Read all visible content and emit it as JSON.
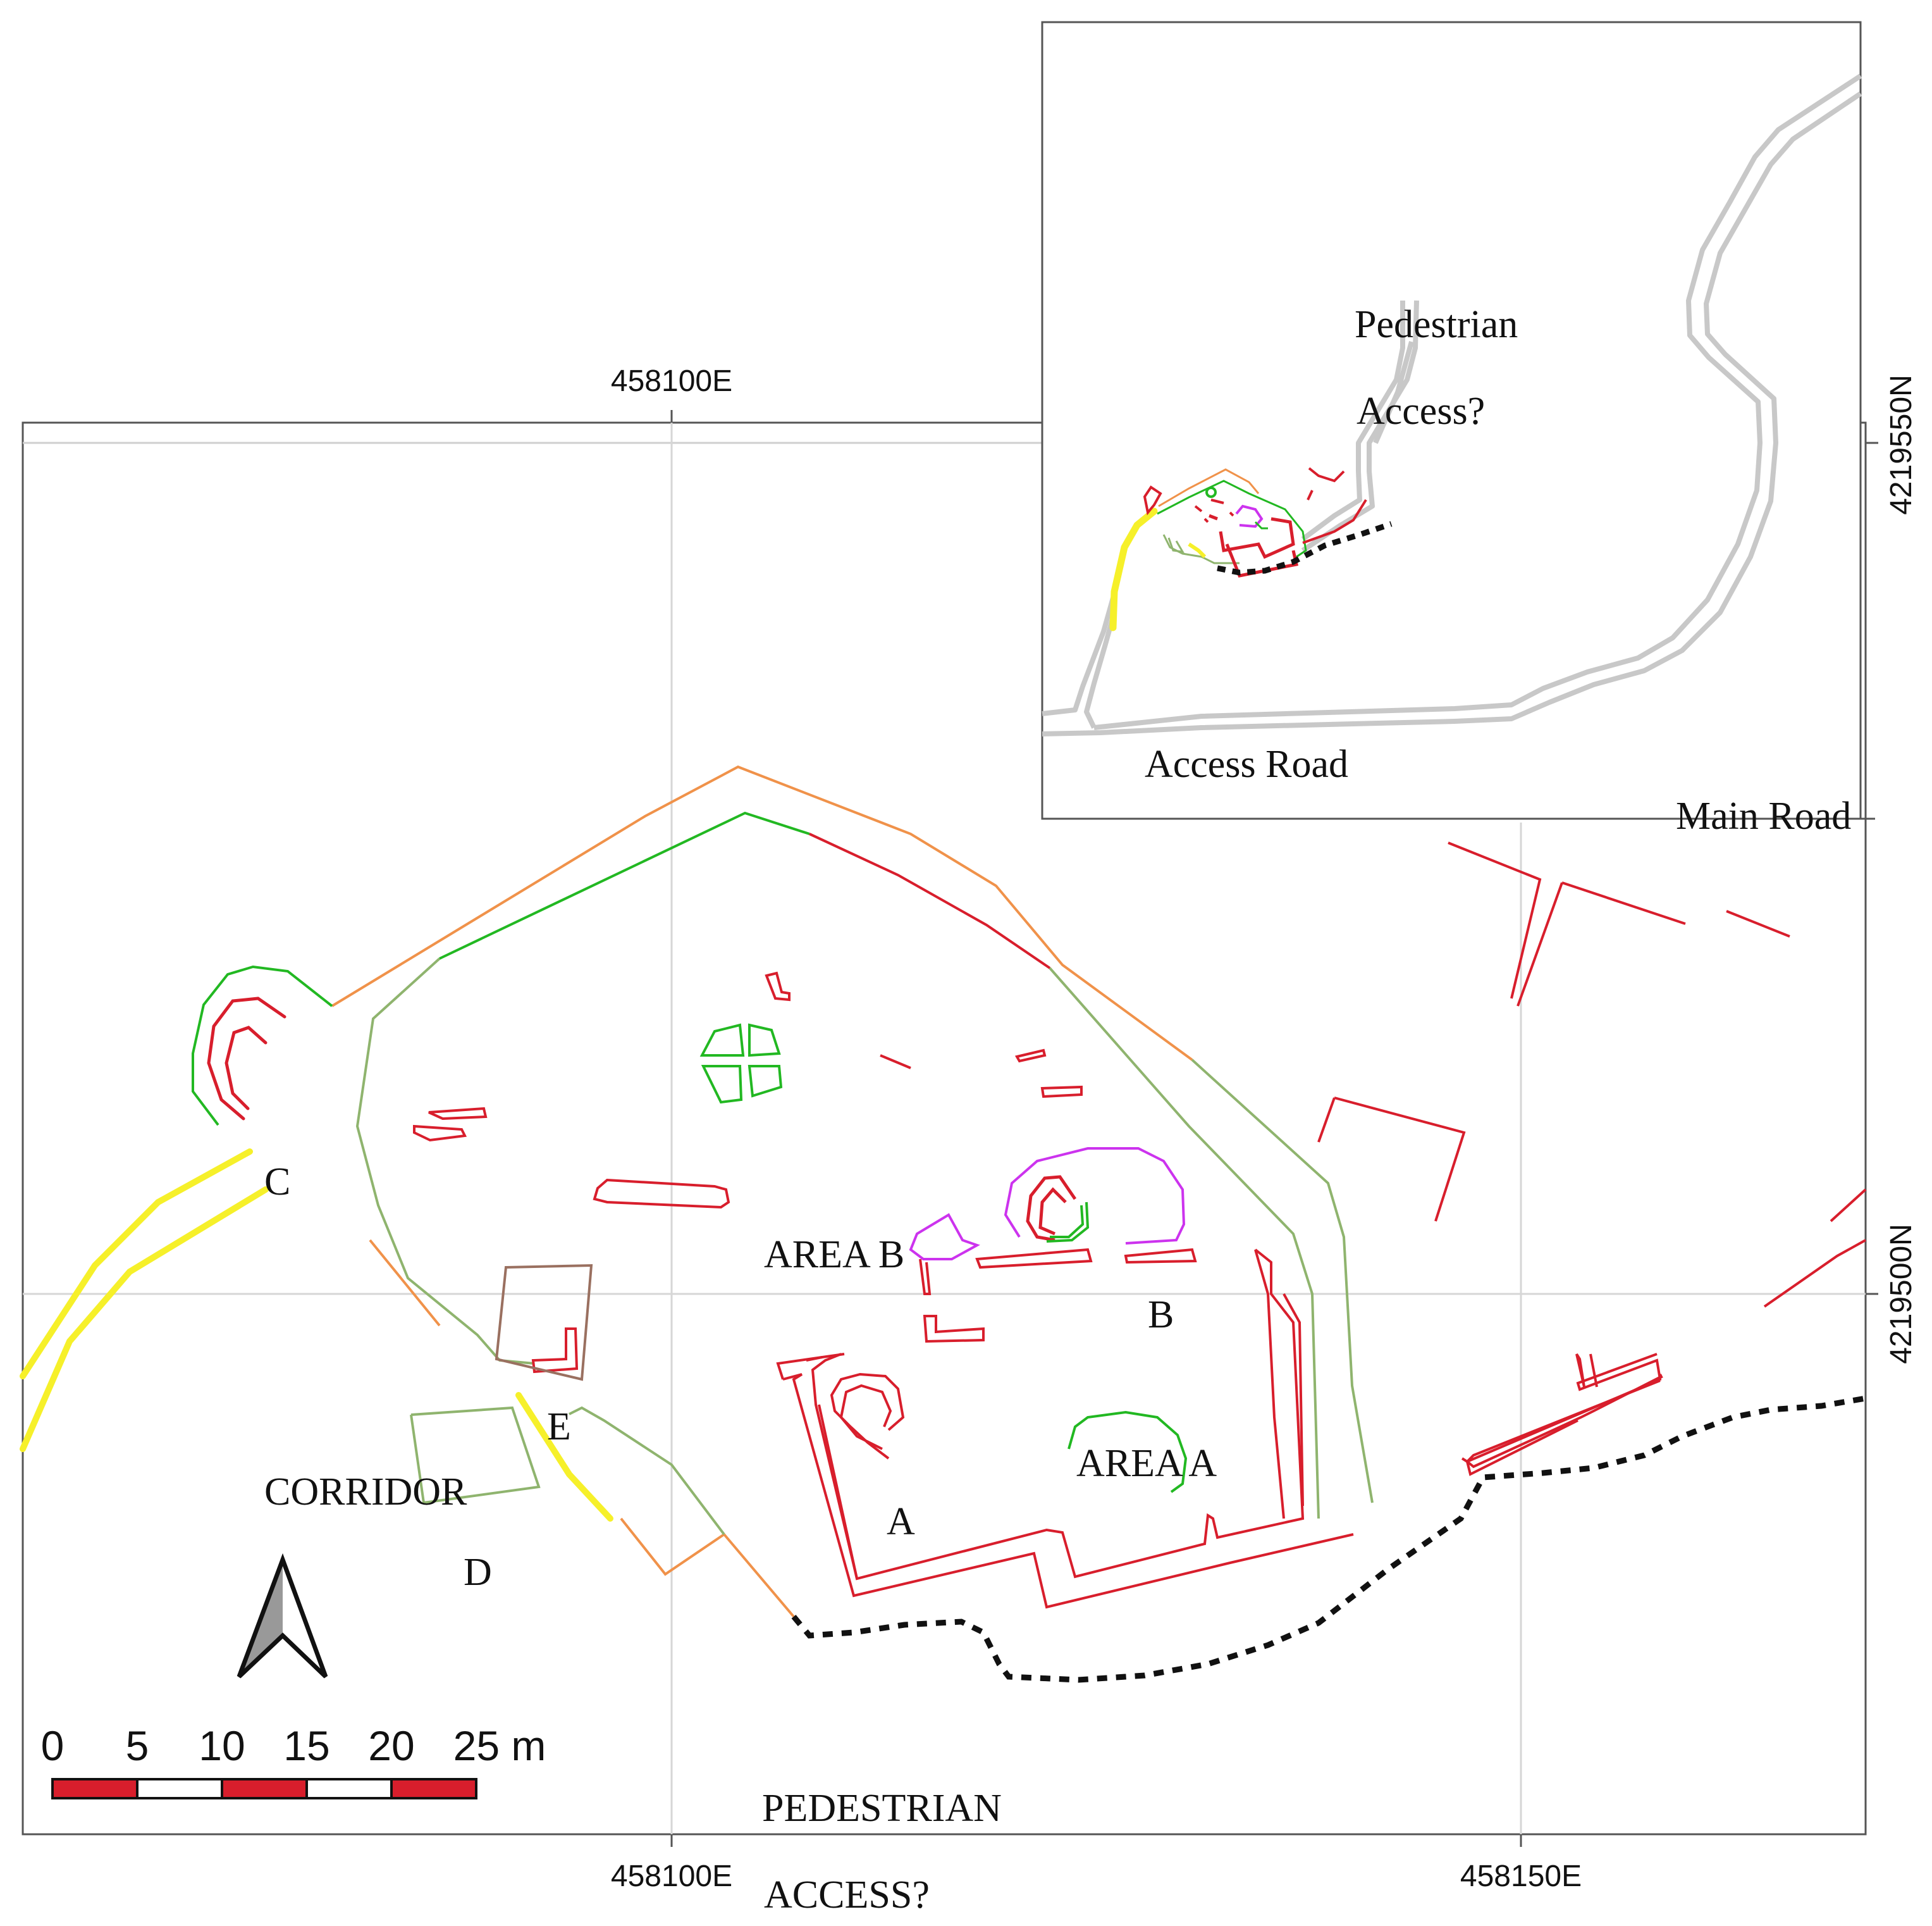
{
  "map": {
    "grid_labels": {
      "top_easting": "458100E",
      "bottom_eastings": [
        "458100E",
        "458150E"
      ],
      "northings": [
        "4219550N",
        "4219500N"
      ]
    },
    "site_labels": {
      "c": "C",
      "area_b": "AREA B",
      "b": "B",
      "e": "E",
      "corridor": "CORRIDOR",
      "d": "D",
      "a": "A",
      "area_a": "AREA A",
      "pedestrian_line1": "PEDESTRIAN",
      "pedestrian_line2": "ACCESS?"
    },
    "scale_bar": {
      "ticks": [
        "0",
        "5",
        "10",
        "15",
        "20",
        "25 m"
      ]
    },
    "north_arrow": {
      "icon": "north-arrow-icon"
    }
  },
  "inset": {
    "labels": {
      "pedestrian_line1": "Pedestrian",
      "pedestrian_line2": "Access?",
      "access_road": "Access Road",
      "main_road": "Main Road"
    }
  },
  "colors": {
    "wall_red": "#d81e2c",
    "green": "#22b822",
    "orange": "#f0924a",
    "olive": "#8fb46e",
    "yellow": "#f6f02a",
    "magenta": "#cc33ee",
    "brown": "#9a7060",
    "road_grey": "#c8c8c8",
    "grid": "#d6d6d6",
    "frame": "#555555"
  }
}
